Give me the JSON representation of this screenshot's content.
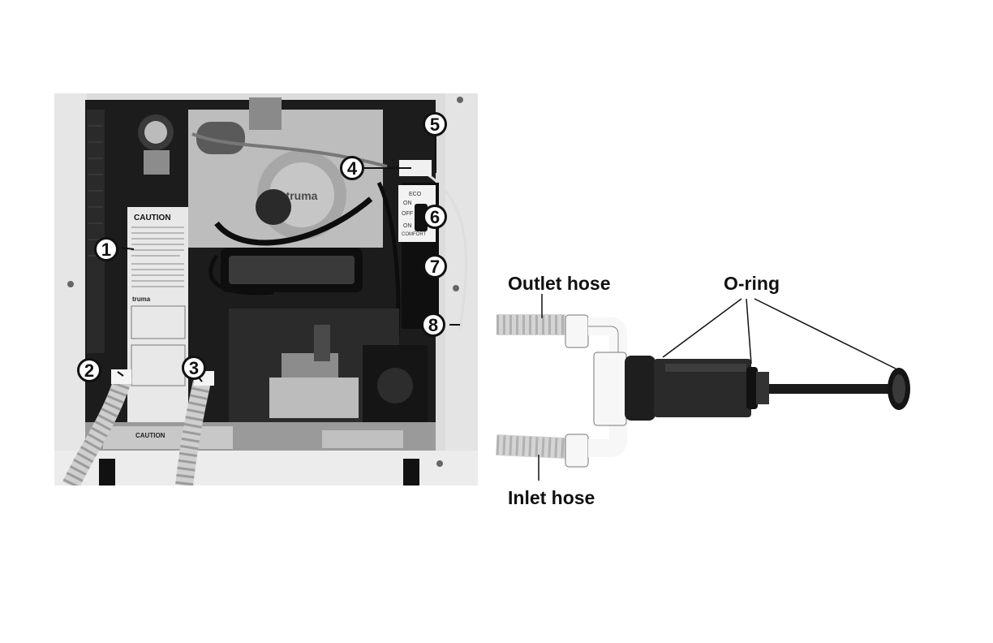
{
  "photo": {
    "callouts": [
      "1",
      "2",
      "3",
      "4",
      "5",
      "6",
      "7",
      "8"
    ],
    "caution_label": {
      "title": "CAUTION",
      "brand": "truma"
    },
    "brand_logo": "truma",
    "switch": {
      "top_label": "ECO",
      "on_label": "ON",
      "off_label": "OFF",
      "on2_label": "ON",
      "bottom_label": "COMFORT"
    },
    "bottom_caution": "CAUTION"
  },
  "diagram": {
    "outlet_hose_label": "Outlet hose",
    "oring_label": "O-ring",
    "inlet_hose_label": "Inlet hose"
  }
}
